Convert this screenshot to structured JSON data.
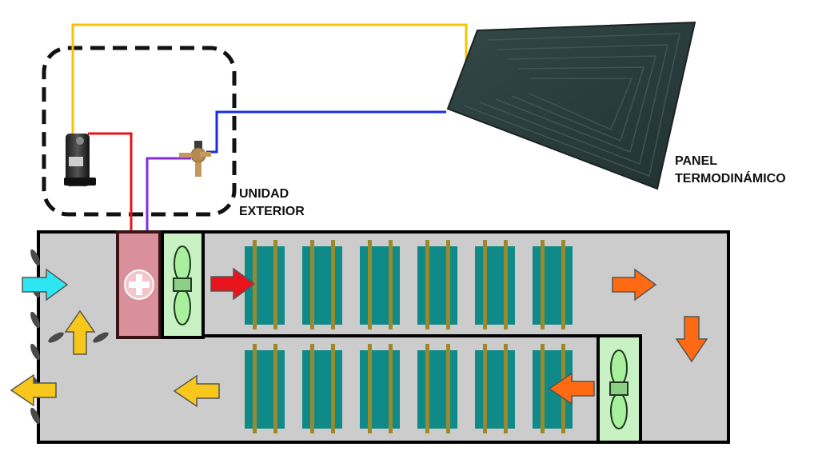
{
  "labels": {
    "outdoor_unit_line1": "UNIDAD",
    "outdoor_unit_line2": "EXTERIOR",
    "panel_line1": "PANEL",
    "panel_line2": "TERMODINÁMICO"
  },
  "icons": {
    "compressor": "compressor-icon",
    "expansion_valve": "expansion-valve-icon",
    "heater": "heater-plus-icon",
    "fan": "fan-icon",
    "solar_panel": "thermodynamic-panel-icon"
  },
  "colors": {
    "pipe_yellow": "#f5c400",
    "pipe_red": "#e8141c",
    "pipe_blue": "#1a2cde",
    "pipe_purple": "#8a2be2",
    "arrow_cyan": "#2ee6f2",
    "arrow_yellow": "#f7c71c",
    "arrow_orange": "#ff6a13",
    "arrow_red": "#e8141c",
    "duct_fill": "#cccccc",
    "heater_fill": "#d9909a",
    "fan_fill": "#c9f2c4",
    "coil_fill": "#0f8a88",
    "panel_fill": "#2a3e3d"
  }
}
